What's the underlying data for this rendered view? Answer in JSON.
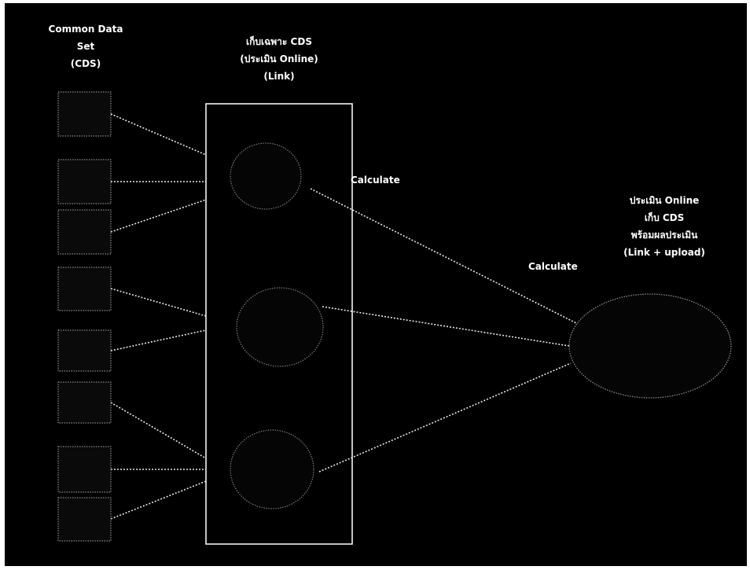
{
  "diagram": {
    "source_title_lines": [
      "Common Data",
      "Set",
      "(CDS)"
    ],
    "collection_title_lines": [
      "เก็บเฉพาะ CDS",
      "(ประเมิน Online)",
      "(Link)"
    ],
    "calculate_label_1": "Calculate",
    "calculate_label_2": "Calculate",
    "target_title_lines": [
      "ประเมิน Online",
      "เก็บ CDS",
      "พร้อมผลประเมิน",
      "(Link + upload)"
    ],
    "colors": {
      "background": "#000000",
      "lines": "#e8e8e8",
      "text": "#ffffff"
    }
  }
}
